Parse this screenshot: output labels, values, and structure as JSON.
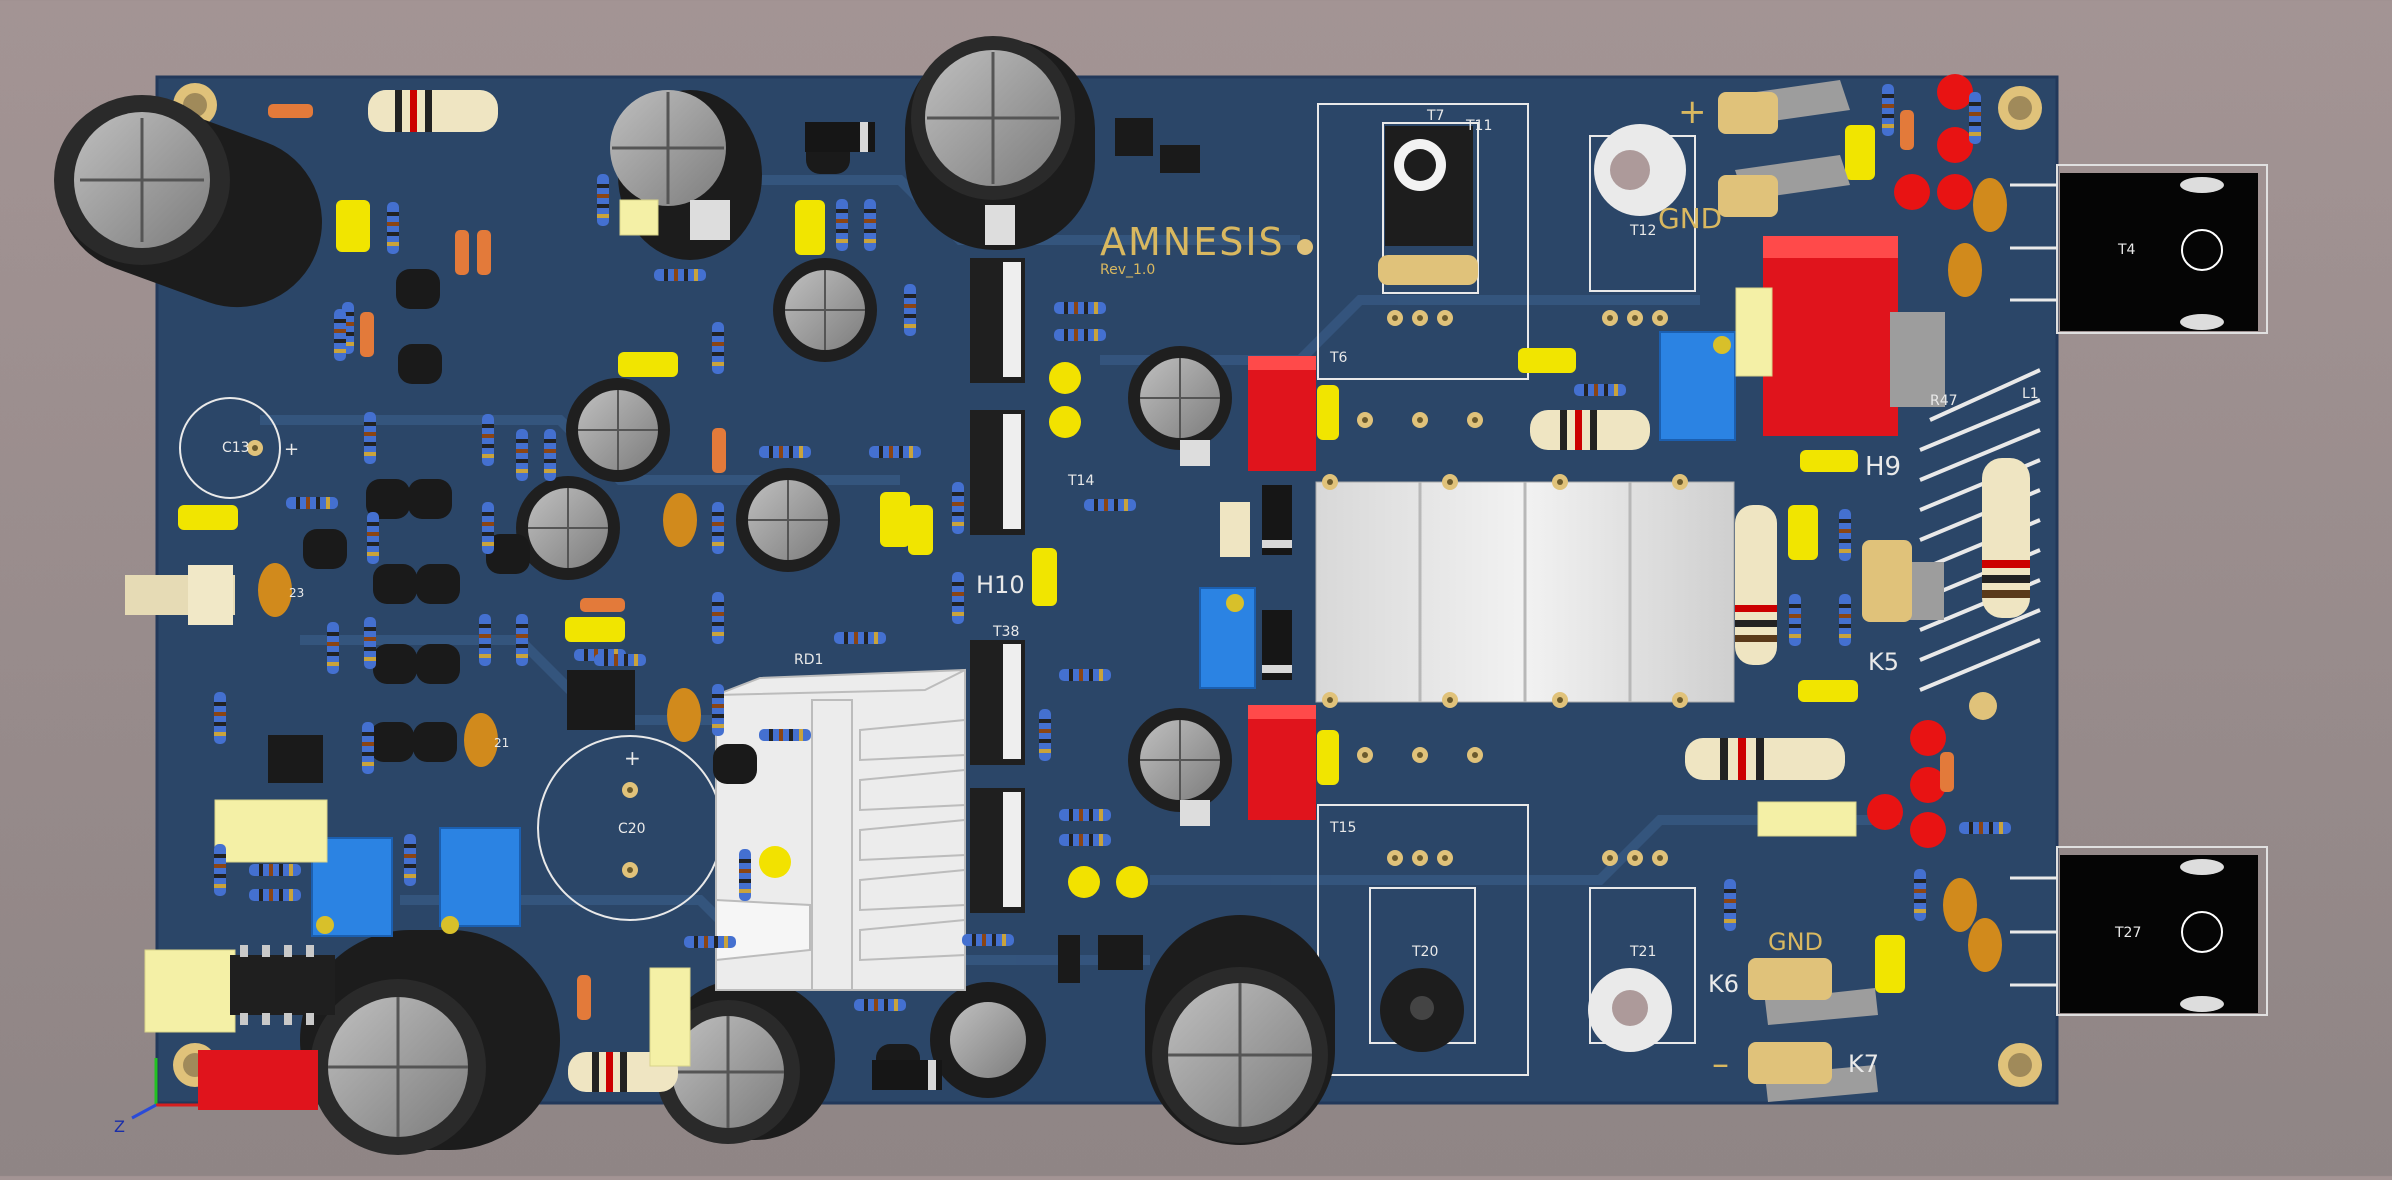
{
  "board": {
    "title": "AMNESIS",
    "revision": "Rev_1.0",
    "colors": {
      "board": "#2b4668",
      "silk": "#e9e9e9",
      "gold": "#d9b860",
      "pad": "#e0c27a"
    }
  },
  "labels": {
    "plus_top": "+",
    "gnd_top": "GND",
    "gnd_bottom": "GND",
    "minus_bottom": "–",
    "h9": "H9",
    "h10": "H10",
    "k5": "K5",
    "k6": "K6",
    "k7": "K7",
    "r47": "R47",
    "l1": "L1",
    "rd1": "RD1",
    "c13": "C13",
    "c20": "C20",
    "c23": "23",
    "c21": "21",
    "t4": "T4",
    "t6": "T6",
    "t7": "T7",
    "t11": "T11",
    "t12": "T12",
    "t14": "T14",
    "t15": "T15",
    "t20": "T20",
    "t21": "T21",
    "t27": "T27",
    "t38": "T38",
    "plus_c13": "+",
    "plus_c20": "+"
  },
  "axis": {
    "z_label": "Z"
  }
}
